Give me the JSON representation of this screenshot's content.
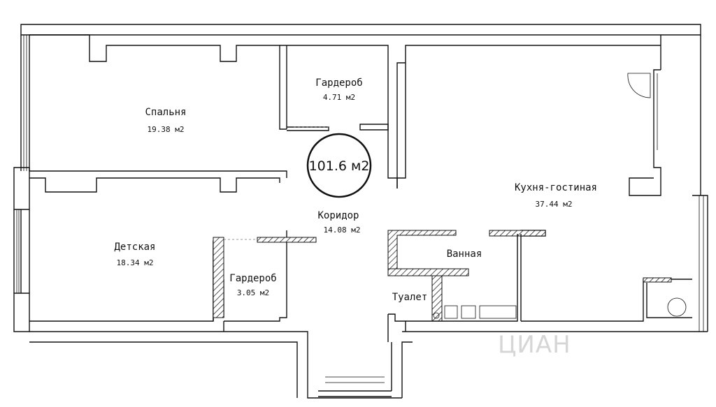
{
  "total_area": "101.6 м2",
  "rooms": [
    {
      "id": "bedroom",
      "name": "Спальня",
      "area": "19.38 м2"
    },
    {
      "id": "wardrobe-top",
      "name": "Гардероб",
      "area": "4.71 м2"
    },
    {
      "id": "kitchen-living",
      "name": "Кухня-гостиная",
      "area": "37.44 м2"
    },
    {
      "id": "corridor",
      "name": "Коридор",
      "area": "14.08 м2"
    },
    {
      "id": "kids-room",
      "name": "Детская",
      "area": "18.34 м2"
    },
    {
      "id": "wardrobe-bottom",
      "name": "Гардероб",
      "area": "3.05 м2"
    },
    {
      "id": "bathroom",
      "name": "Ванная",
      "area": ""
    },
    {
      "id": "toilet",
      "name": "Туалет",
      "area": ""
    }
  ],
  "watermark": "ЦИАН"
}
